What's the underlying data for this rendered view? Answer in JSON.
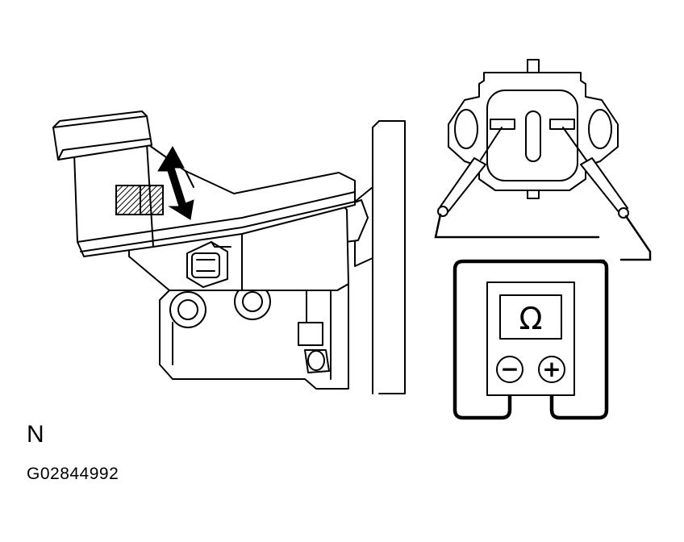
{
  "labels": {
    "view_letter": "N",
    "figure_code": "G02844992",
    "meter_symbol": "Ω",
    "meter_negative": "−",
    "meter_positive": "+"
  },
  "colors": {
    "line": "#000000",
    "background": "#ffffff"
  }
}
